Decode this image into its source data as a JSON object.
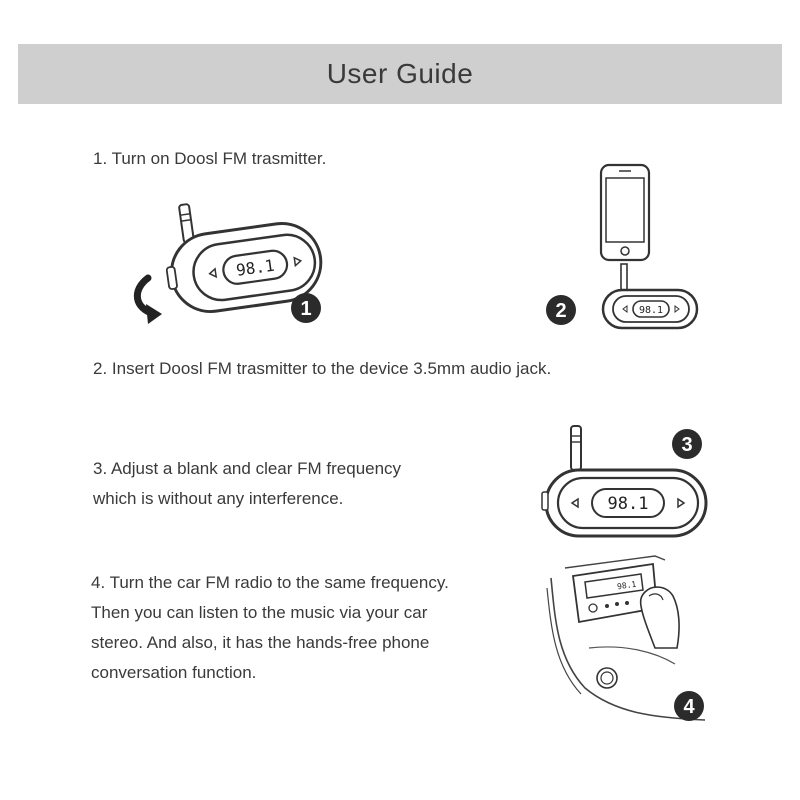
{
  "header": {
    "title": "User Guide"
  },
  "steps": {
    "step1": {
      "text": "1. Turn on Doosl FM trasmitter."
    },
    "step2": {
      "text": "2. Insert Doosl FM trasmitter to the device 3.5mm audio jack."
    },
    "step3": {
      "lines": [
        "3. Adjust a blank and clear FM frequency",
        "which is without any interference."
      ]
    },
    "step4": {
      "lines": [
        "4. Turn the car FM radio to the same frequency.",
        "Then you can listen to the music via your car",
        "stereo. And also, it has the hands-free phone",
        "conversation function."
      ]
    }
  },
  "illustrations": {
    "display_frequency": "98.1",
    "badges": [
      "1",
      "2",
      "3",
      "4"
    ]
  },
  "colors": {
    "header_bg": "#cfcfcf",
    "text": "#3a3a3a",
    "badge": "#2b2b2b"
  }
}
